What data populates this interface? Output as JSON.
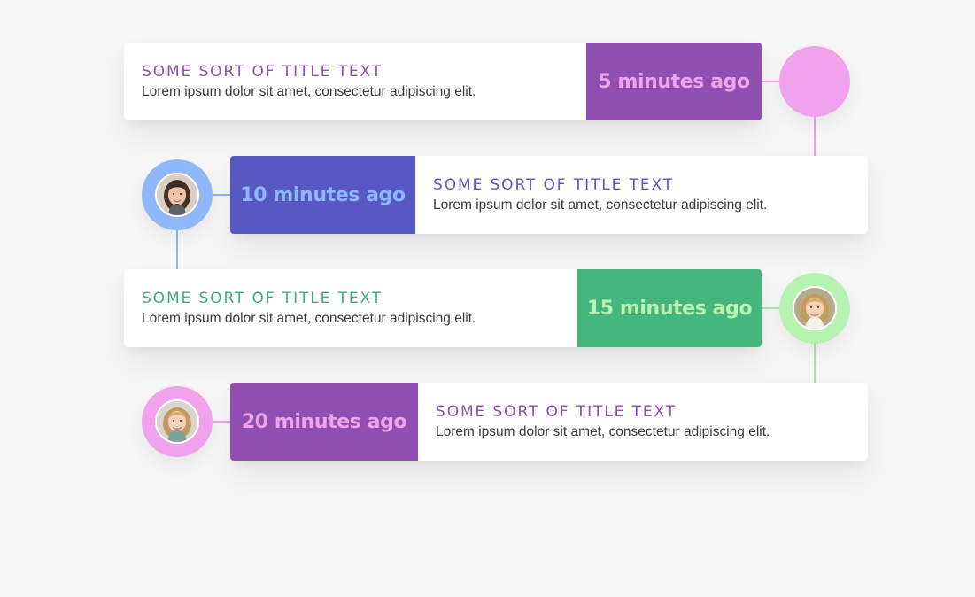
{
  "items": [
    {
      "title": "SOME SORT OF TITLE TEXT",
      "description": "Lorem ipsum dolor sit amet, consectetur adipiscing elit.",
      "time": "5 minutes ago",
      "title_color": "#8f4fb0",
      "time_bg": "#8e4fb1",
      "time_color": "#f0a2ec",
      "ring_color": "#f0a2ec",
      "line_color": "#f0a2ec",
      "avatar": "none"
    },
    {
      "title": "SOME SORT OF TITLE TEXT",
      "description": "Lorem ipsum dolor sit amet, consectetur adipiscing elit.",
      "time": "10 minutes ago",
      "title_color": "#5858c2",
      "time_bg": "#5858c2",
      "time_color": "#8fb6fa",
      "ring_color": "#8fb8fa",
      "line_color": "#8fb8fa",
      "avatar": "woman-dark-hair-avatar"
    },
    {
      "title": "SOME SORT OF TITLE TEXT",
      "description": "Lorem ipsum dolor sit amet, consectetur adipiscing elit.",
      "time": "15 minutes ago",
      "title_color": "#3fae74",
      "time_bg": "#46b77c",
      "time_color": "#b8f5b4",
      "ring_color": "#b6f2b2",
      "line_color": "#a6eaa6",
      "avatar": "woman-blonde-hair-avatar"
    },
    {
      "title": "SOME SORT OF TITLE TEXT",
      "description": "Lorem ipsum dolor sit amet, consectetur adipiscing elit.",
      "time": "20 minutes ago",
      "title_color": "#8f4fb0",
      "time_bg": "#8e4fb1",
      "time_color": "#f0a2ec",
      "ring_color": "#f0a2ec",
      "line_color": "#f0a2ec",
      "avatar": "woman-blonde-hair-avatar"
    }
  ]
}
